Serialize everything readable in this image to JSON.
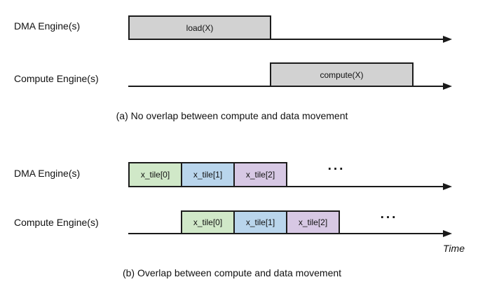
{
  "colors": {
    "task_fill": "#d2d2d2",
    "tile_green": "#d0e8c8",
    "tile_blue": "#b9d5ec",
    "tile_purple": "#d7c8e4",
    "line": "#1a1a1a"
  },
  "panel_a": {
    "dma_label": "DMA Engine(s)",
    "compute_label": "Compute Engine(s)",
    "load_task": "load(X)",
    "compute_task": "compute(X)",
    "caption": "(a) No overlap between compute and data movement"
  },
  "panel_b": {
    "dma_label": "DMA Engine(s)",
    "compute_label": "Compute Engine(s)",
    "tiles": [
      "x_tile[0]",
      "x_tile[1]",
      "x_tile[2]"
    ],
    "dma_ellipsis": "...",
    "compute_ellipsis": "...",
    "time_label": "Time",
    "caption": "(b) Overlap between compute and data movement"
  }
}
